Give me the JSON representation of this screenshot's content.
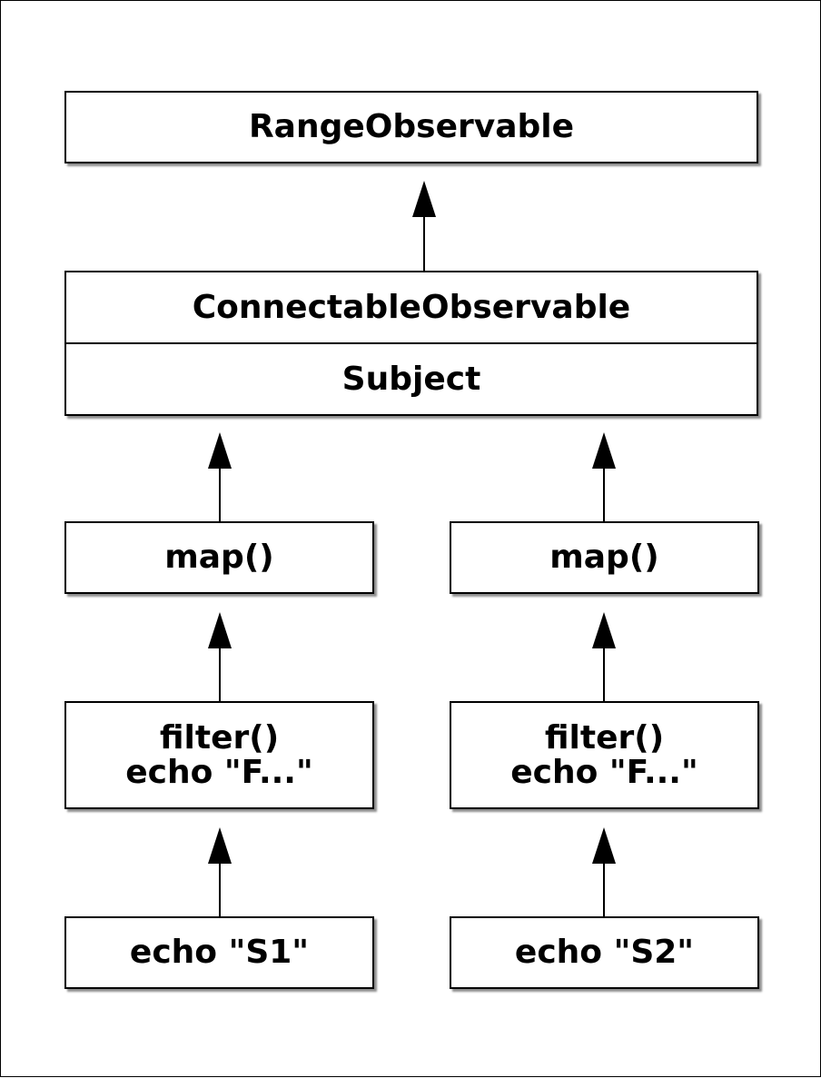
{
  "nodes": {
    "range_observable": "RangeObservable",
    "connectable_observable": "ConnectableObservable",
    "subject": "Subject",
    "map_left": "map()",
    "map_right": "map()",
    "filter_left": {
      "line1": "filter()",
      "line2": "echo \"F...\""
    },
    "filter_right": {
      "line1": "filter()",
      "line2": "echo \"F...\""
    },
    "source_left": "echo \"S1\"",
    "source_right": "echo \"S2\""
  }
}
